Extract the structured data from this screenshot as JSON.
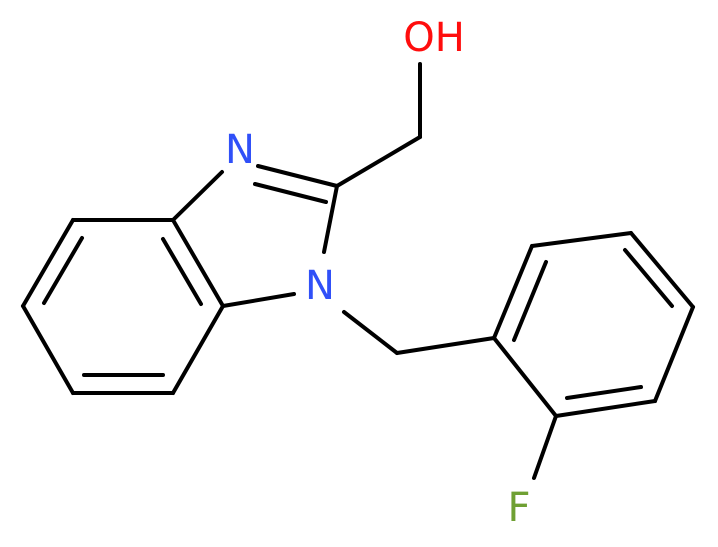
{
  "colors": {
    "bond": "#000000",
    "nitrogen": "#3050F8",
    "oxygen": "#FF0D0D",
    "fluorine": "#6FA033",
    "background": "#FFFFFF"
  },
  "atoms": {
    "oh": {
      "label": "OH",
      "element": "oxygen"
    },
    "n_imine": {
      "label": "N",
      "element": "nitrogen"
    },
    "n_benzyl": {
      "label": "N",
      "element": "nitrogen"
    },
    "f": {
      "label": "F",
      "element": "fluorine"
    }
  }
}
